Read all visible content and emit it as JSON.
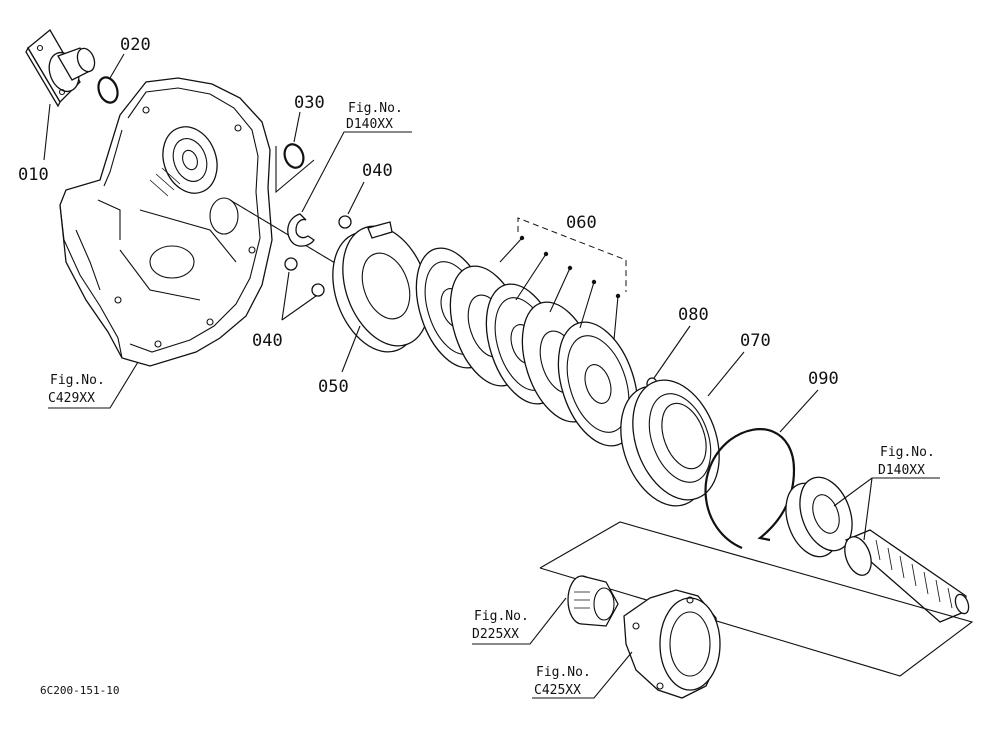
{
  "diagram": {
    "drawing_code": "6C200-151-10",
    "part_labels": {
      "p010": "010",
      "p020": "020",
      "p030": "030",
      "p040a": "040",
      "p040b": "040",
      "p050": "050",
      "p060": "060",
      "p070": "070",
      "p080": "080",
      "p090": "090"
    },
    "figure_refs": [
      {
        "title": "Fig.No.",
        "code": "D140XX"
      },
      {
        "title": "Fig.No.",
        "code": "C429XX"
      },
      {
        "title": "Fig.No.",
        "code": "D140XX"
      },
      {
        "title": "Fig.No.",
        "code": "D225XX"
      },
      {
        "title": "Fig.No.",
        "code": "C425XX"
      }
    ]
  }
}
